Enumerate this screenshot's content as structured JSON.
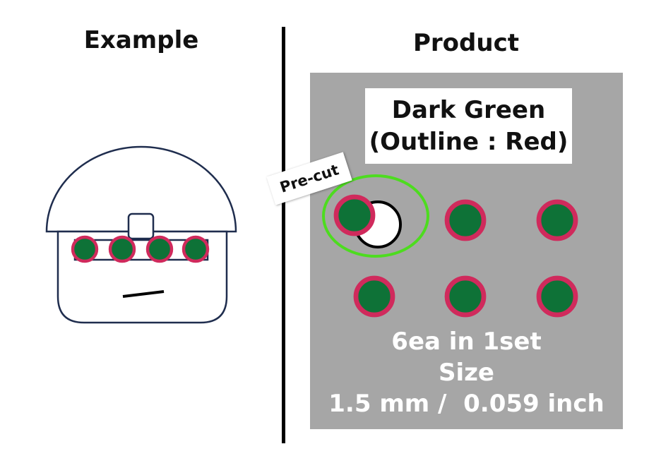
{
  "left": {
    "title": "Example"
  },
  "right": {
    "title": "Product",
    "color_line1": "Dark Green",
    "color_line2": "(Outline : Red)",
    "precut_label": "Pre-cut",
    "quantity": "6ea in 1set",
    "size_label": "Size",
    "size_value": "1.5 mm /  0.059 inch"
  },
  "colors": {
    "dot_fill": "#0e7237",
    "dot_outline": "#d02a5c",
    "panel_bg": "#a6a6a6",
    "highlight_ring": "#4ddc1f",
    "helmet_outline": "#1f2d4e"
  },
  "counts": {
    "dots_in_set": 6,
    "example_dots": 4
  }
}
